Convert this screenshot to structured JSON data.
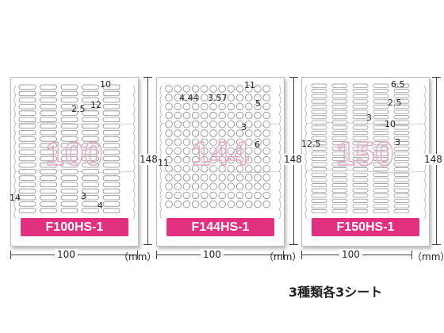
{
  "sheets": [
    {
      "model": "F100HS-1",
      "watermark": "100",
      "dimensions": {
        "top": "10",
        "spacing": "2.5",
        "right": "12",
        "side": "14",
        "gap": "3",
        "bottom": "4"
      }
    },
    {
      "model": "F144HS-1",
      "watermark": "144",
      "dimensions": {
        "top": "11",
        "width_a": "4.44",
        "width_b": "3.57",
        "right": "5",
        "gap": "3",
        "bottom": "6",
        "side": "11"
      }
    },
    {
      "model": "F150HS-1",
      "watermark": "150",
      "dimensions": {
        "top": "6.5",
        "spacing": "2.5",
        "gap": "3",
        "right": "10",
        "side": "12.5",
        "gap2": "3"
      }
    }
  ],
  "sheet_size": {
    "height": "148",
    "width": "100",
    "unit": "（mm）"
  },
  "caption": "3種類各3シート",
  "colors": {
    "badge": "#e0307f",
    "watermark": "#e7a7c4",
    "label_outline": "#8a8a8a"
  }
}
